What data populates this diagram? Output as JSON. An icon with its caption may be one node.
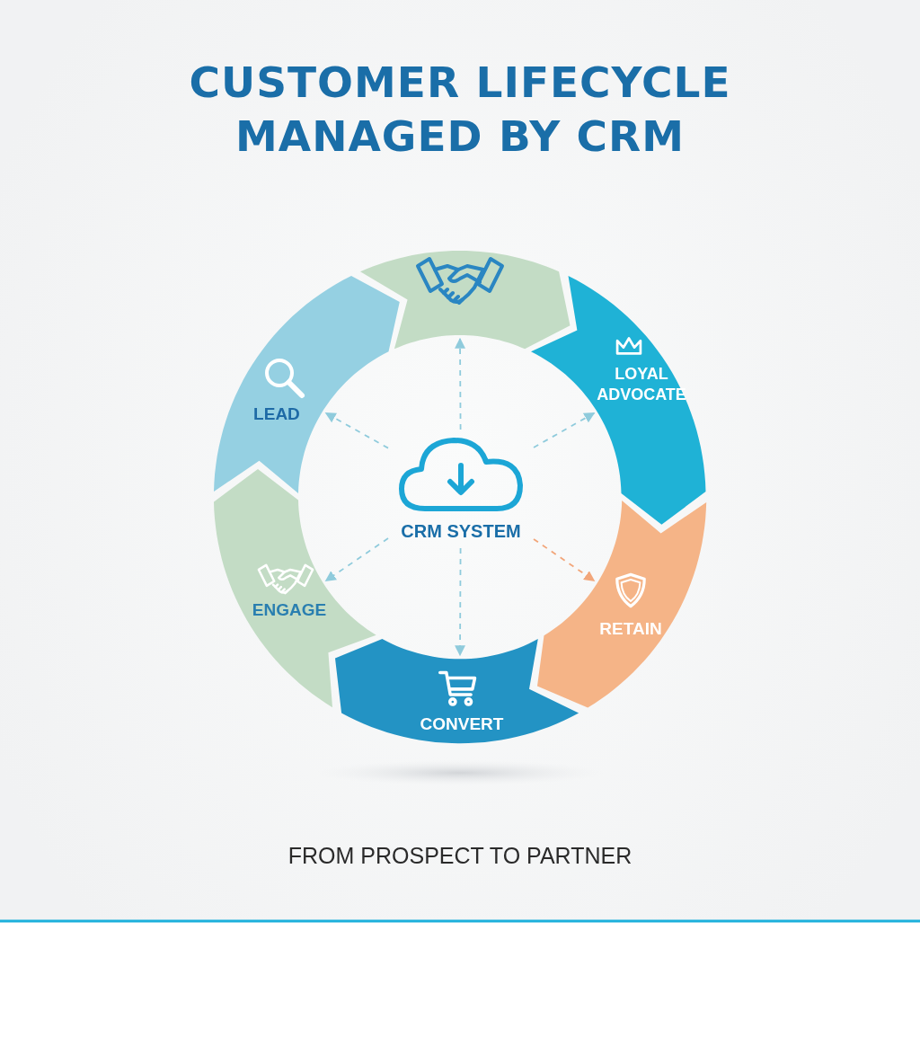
{
  "diagram": {
    "title": "CUSTOMER LIFECYCLE MANAGED BY CRM",
    "caption": "FROM PROSPECT TO PARTNER",
    "nodes": [
      {
        "text": [
          "CRM SYSTEM"
        ]
      },
      {
        "text": [],
        "shape": "arrow"
      },
      {
        "text": [
          "LOYAL ADVOCATE"
        ]
      },
      {
        "text": [
          "RETAIN"
        ]
      },
      {
        "text": [
          "CONVERT"
        ]
      },
      {
        "text": [
          "ENGAGE"
        ]
      },
      {
        "text": [
          "LEAD"
        ]
      }
    ],
    "edges": [
      {
        "from": 0,
        "to": 1,
        "arrow": "to",
        "style": "dashed"
      },
      {
        "from": 0,
        "to": 2,
        "arrow": "to",
        "style": "dashed"
      },
      {
        "from": 0,
        "to": 3,
        "arrow": "to",
        "style": "dashed",
        "color": "#f2a67a"
      },
      {
        "from": 0,
        "to": 4,
        "arrow": "to",
        "style": "dashed"
      },
      {
        "from": 0,
        "to": 5,
        "arrow": "to",
        "style": "dashed"
      },
      {
        "from": 0,
        "to": 6,
        "arrow": "to",
        "style": "dashed"
      }
    ]
  }
}
